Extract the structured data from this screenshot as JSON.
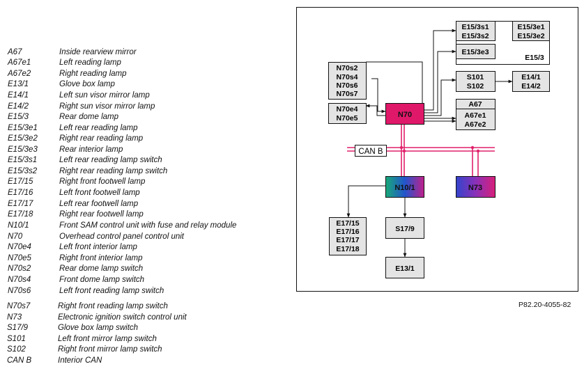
{
  "legend": [
    {
      "code": "A67",
      "desc": "Inside rearview mirror"
    },
    {
      "code": "A67e1",
      "desc": "Left reading lamp"
    },
    {
      "code": "A67e2",
      "desc": "Right reading lamp"
    },
    {
      "code": "E13/1",
      "desc": "Glove box lamp"
    },
    {
      "code": "E14/1",
      "desc": "Left sun visor mirror lamp"
    },
    {
      "code": "E14/2",
      "desc": "Right sun visor mirror lamp"
    },
    {
      "code": "E15/3",
      "desc": "Rear dome lamp"
    },
    {
      "code": "E15/3e1",
      "desc": "Left rear reading lamp"
    },
    {
      "code": "E15/3e2",
      "desc": "Right rear reading lamp"
    },
    {
      "code": "E15/3e3",
      "desc": "Rear interior lamp"
    },
    {
      "code": "E15/3s1",
      "desc": "Left rear reading lamp switch"
    },
    {
      "code": "E15/3s2",
      "desc": "Right rear reading lamp switch"
    },
    {
      "code": "E17/15",
      "desc": "Right front footwell lamp"
    },
    {
      "code": "E17/16",
      "desc": "Left front footwell lamp"
    },
    {
      "code": "E17/17",
      "desc": "Left rear footwell lamp"
    },
    {
      "code": "E17/18",
      "desc": "Right rear footwell lamp"
    },
    {
      "code": "N10/1",
      "desc": "Front SAM control unit with fuse and relay module"
    },
    {
      "code": "N70",
      "desc": "Overhead control panel control unit"
    },
    {
      "code": "N70e4",
      "desc": "Left front interior lamp"
    },
    {
      "code": "N70e5",
      "desc": "Right front interior lamp"
    },
    {
      "code": "N70s2",
      "desc": "Rear dome lamp switch"
    },
    {
      "code": "N70s4",
      "desc": "Front dome lamp switch"
    },
    {
      "code": "N70s6",
      "desc": "Left front reading lamp switch"
    },
    {
      "code": "N70s7",
      "desc": "Right front reading lamp switch"
    },
    {
      "code": "N73",
      "desc": "Electronic ignition switch control unit"
    },
    {
      "code": "S17/9",
      "desc": "Glove box lamp switch"
    },
    {
      "code": "S101",
      "desc": "Left front mirror lamp switch"
    },
    {
      "code": "S102",
      "desc": "Right front mirror lamp switch"
    },
    {
      "code": "CAN B",
      "desc": "Interior CAN"
    }
  ],
  "diagram": {
    "e15_3s": [
      "E15/3s1",
      "E15/3s2"
    ],
    "e15_3e": [
      "E15/3e1",
      "E15/3e2"
    ],
    "e15_3e3": "E15/3e3",
    "e15_3": "E15/3",
    "n70s": [
      "N70s2",
      "N70s4",
      "N70s6",
      "N70s7"
    ],
    "n70e": [
      "N70e4",
      "N70e5"
    ],
    "n70": "N70",
    "s10x": [
      "S101",
      "S102"
    ],
    "e14": [
      "E14/1",
      "E14/2"
    ],
    "a67": "A67",
    "a67e": [
      "A67e1",
      "A67e2"
    ],
    "can_b": "CAN B",
    "n10_1": "N10/1",
    "n73": "N73",
    "e17": [
      "E17/15",
      "E17/16",
      "E17/17",
      "E17/18"
    ],
    "s17_9": "S17/9",
    "e13_1": "E13/1",
    "colors": {
      "bus": "#e0206a",
      "box_fill": "#e4e4e4",
      "n70_fill": "#e0186a"
    }
  },
  "reference": "P82.20-4055-82"
}
